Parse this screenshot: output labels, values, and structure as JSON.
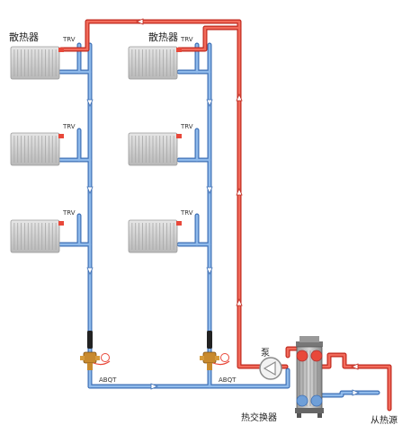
{
  "labels": {
    "radiator": "散热器",
    "trv": "TRV",
    "abqt": "ABQT",
    "pump": "泵",
    "heat_exchanger": "热交换器",
    "from_heat_source": "从热源"
  },
  "colors": {
    "supply": "#e8483a",
    "return": "#6f9fd8",
    "radiator_fill": "#d2d2d2"
  },
  "icons": [
    "radiator-icon",
    "trv-valve-icon",
    "abqt-valve-icon",
    "pump-icon",
    "heat-exchanger-icon",
    "flow-arrow-icon"
  ]
}
